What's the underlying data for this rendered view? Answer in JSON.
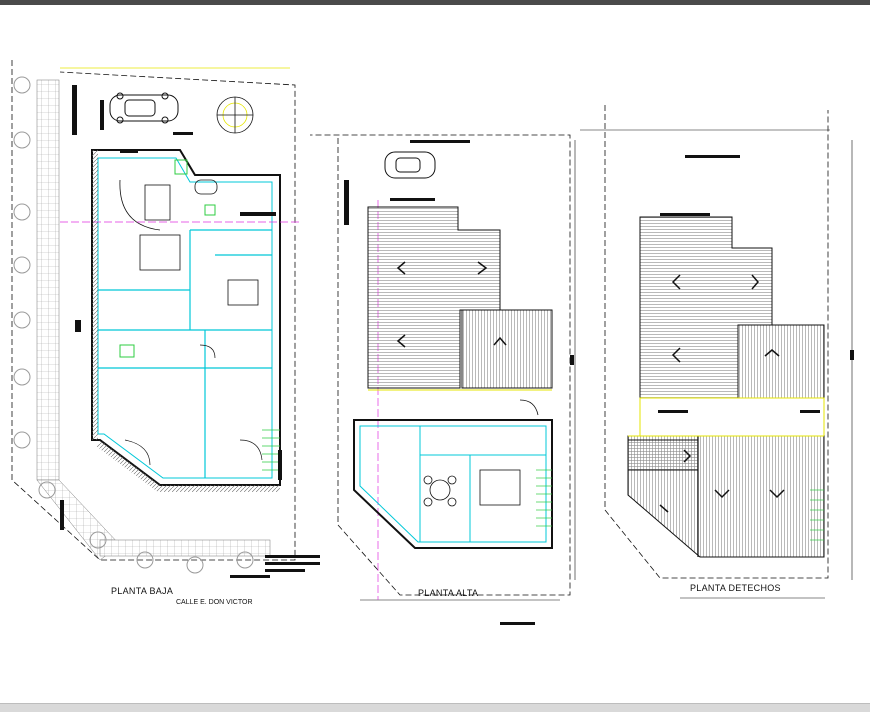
{
  "labels": {
    "planta_baja": "PLANTA BAJA",
    "calle": "CALLE E. DON VICTOR",
    "planta_alta": "PLANTA ALTA",
    "planta_techos": "PLANTA DETECHOS"
  },
  "colors": {
    "wall_cyan": "#00c8d8",
    "wall_green": "#2ecc40",
    "dim_yellow": "#e6e600",
    "axis_magenta": "#e030e0",
    "ink": "#111111",
    "hatch_grey": "#8a8a8a",
    "tree_grey": "#9a9a9a"
  }
}
